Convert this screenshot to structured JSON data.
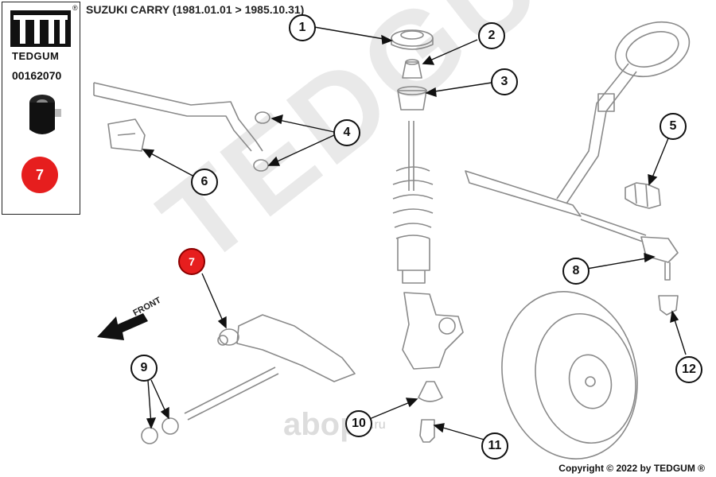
{
  "header": {
    "title": "SUZUKI CARRY (1981.01.01 > 1985.10.31)"
  },
  "sidebar": {
    "brand": "TEDGUM",
    "registered": "®",
    "part_number": "00162070",
    "highlight_number": "7"
  },
  "watermark": {
    "main": "TEDGUM",
    "secondary": "аbop",
    "secondary_suffix": ".ru"
  },
  "diagram": {
    "front_label": "FRONT",
    "callouts": [
      "1",
      "2",
      "3",
      "4",
      "5",
      "6",
      "7",
      "8",
      "9",
      "10",
      "11",
      "12"
    ],
    "highlighted_callout": "7"
  },
  "footer": {
    "copyright": "Copyright © 2022 by TEDGUM ®"
  },
  "colors": {
    "highlight": "#e61e1e",
    "line": "#111111",
    "drawing": "#8a8a8a",
    "watermark": "#e9e9e9"
  }
}
